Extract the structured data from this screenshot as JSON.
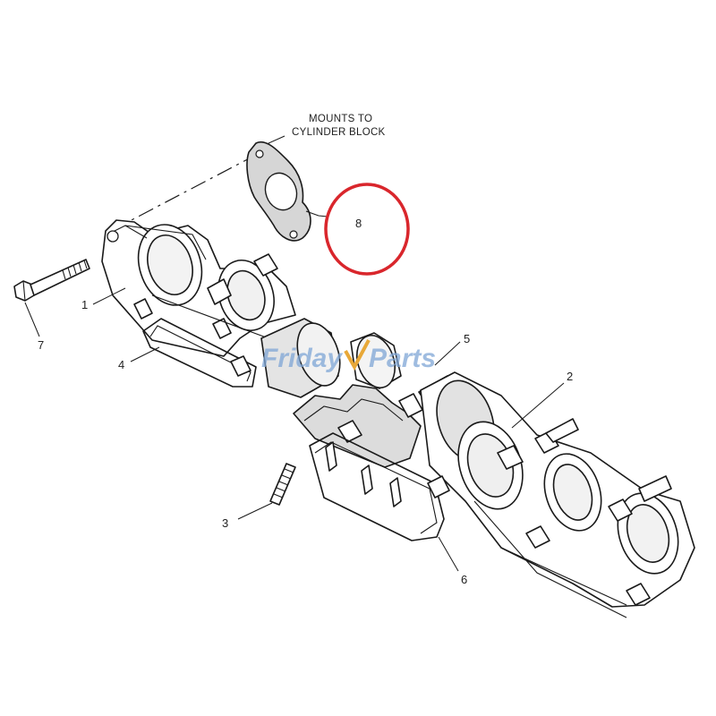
{
  "note": {
    "line1": "MOUNTS TO",
    "line2": "CYLINDER BLOCK"
  },
  "callouts": {
    "c1": "1",
    "c2": "2",
    "c3": "3",
    "c4": "4",
    "c5": "5",
    "c6": "6",
    "c7": "7",
    "c8": "8"
  },
  "watermark": {
    "left": "Friday",
    "right": "Parts"
  },
  "colors": {
    "highlight_circle": "#d9262c",
    "watermark": "#7fa6d6",
    "watermark_accent": "#e8a838"
  }
}
